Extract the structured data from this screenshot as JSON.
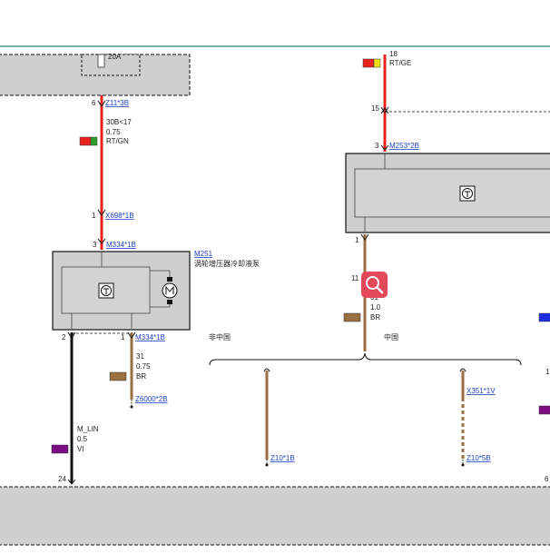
{
  "colors": {
    "wire_red": "#e8201e",
    "wire_brown": "#9a7040",
    "wire_black": "#111111",
    "header_line": "#2e7d6c",
    "component_fill": "#cfcfcf",
    "connector_link": "#1a3fbf",
    "wire_tag_violet": "#7b0d82",
    "wire_tag_blue": "#1d2de0",
    "zoom_button": "#e4495a"
  },
  "fuse": {
    "rating": "20A"
  },
  "wires": {
    "w_fuse_relay": {
      "pin_top": "6",
      "connector_top": "Z11*3B",
      "terminal": "30B<17",
      "size": "0.75",
      "color_code": "RT/GN",
      "pin_bottom": "1",
      "connector_bottom": "X698*1B"
    },
    "w_ground_pump": {
      "pin": "1",
      "connector": "M334*1B",
      "terminal": "31",
      "size": "0.75",
      "color_code": "BR",
      "splice": "Z6000*2B"
    },
    "w_lin": {
      "pin_top": "2",
      "signal": "M_LIN",
      "size": "0.5",
      "color_code": "VI",
      "pin_bottom": "24"
    },
    "w_top_right": {
      "pin_tag": "18",
      "color_code": "RT/GE",
      "pin": "15"
    },
    "w_ground_right": {
      "pin": "1",
      "pin_2": "11",
      "terminal": "31",
      "size": "1.0",
      "color_code": "BR"
    }
  },
  "components": {
    "pump": {
      "pin_top": "3",
      "connector_top": "M334*1B",
      "id": "M251",
      "name": "涡轮增压器冷却液泵"
    },
    "module_right": {
      "pin": "3",
      "connector": "M253*2B"
    }
  },
  "variants": {
    "non_china": "非中国",
    "china": "中国"
  },
  "splices": {
    "left": "Z10*1B",
    "right_top": "X351*1V",
    "right_bottom": "Z10*5B"
  },
  "edge_pins": {
    "right_1": "1",
    "right_6": "6"
  }
}
